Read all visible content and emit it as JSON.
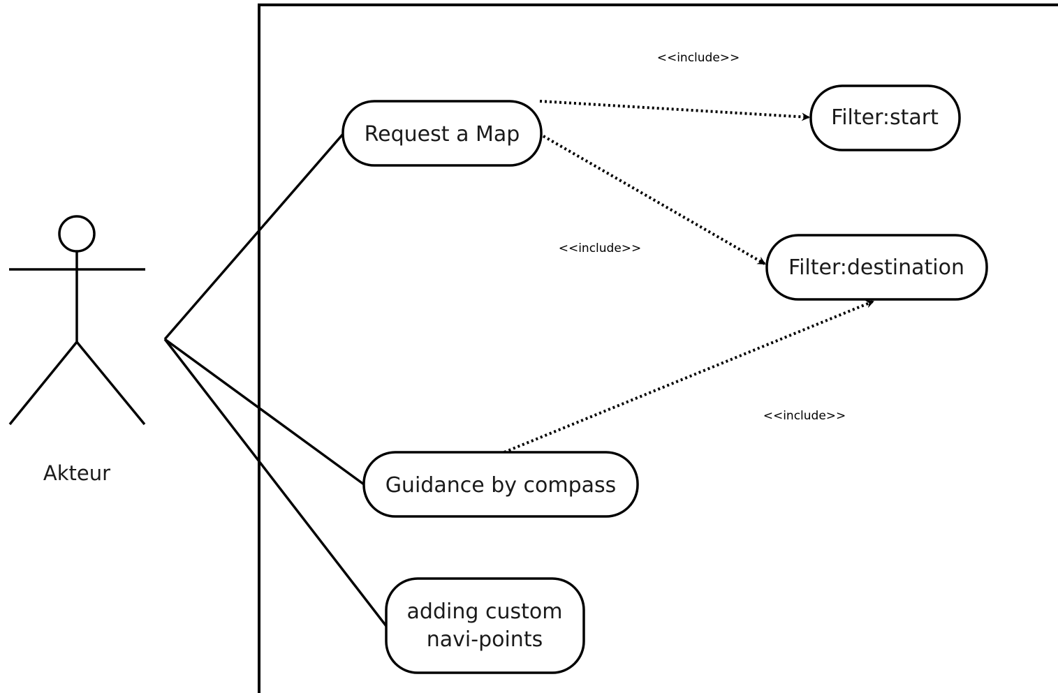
{
  "colors": {
    "stroke": "#000000",
    "background": "#ffffff",
    "text": "#1a1a1a"
  },
  "actor": {
    "name": "Akteur"
  },
  "use_cases": {
    "request_map": "Request a Map",
    "filter_start": "Filter:start",
    "filter_destination": "Filter:destination",
    "guidance_compass": "Guidance by compass",
    "custom_points_line1": "adding custom",
    "custom_points_line2": "navi-points"
  },
  "relations": {
    "include_1": "<<include>>",
    "include_2": "<<include>>",
    "include_3": "<<include>>"
  }
}
